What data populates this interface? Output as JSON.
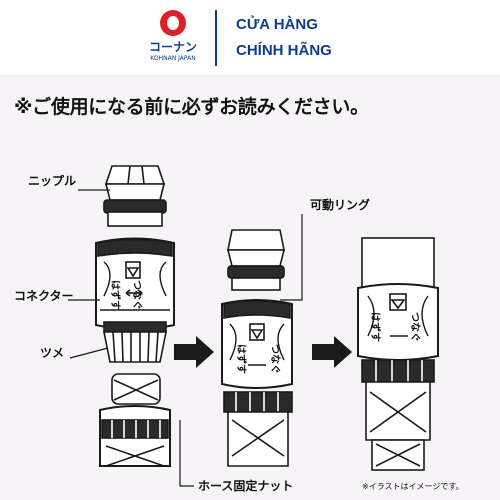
{
  "header": {
    "logo_text_jp": "コーナン",
    "logo_text_en": "KOHNAN JAPAN",
    "store_line1": "CỬA HÀNG",
    "store_line2": "CHÍNH HÃNG",
    "brand_color": "#0f3d8a",
    "logo_red": "#e01e26"
  },
  "instructions": {
    "warning": "※ご使用になる前に必ずお読みください。",
    "labels": {
      "nipple": "ニップル",
      "connector": "コネクター",
      "claw": "ツメ",
      "hose_nut": "ホース固定ナット",
      "movable_ring": "可動リング"
    },
    "connector_text": {
      "tsunagu": "つなぐ",
      "hazusu": "はずす"
    },
    "footnote": "※イラストはイメージです。"
  }
}
